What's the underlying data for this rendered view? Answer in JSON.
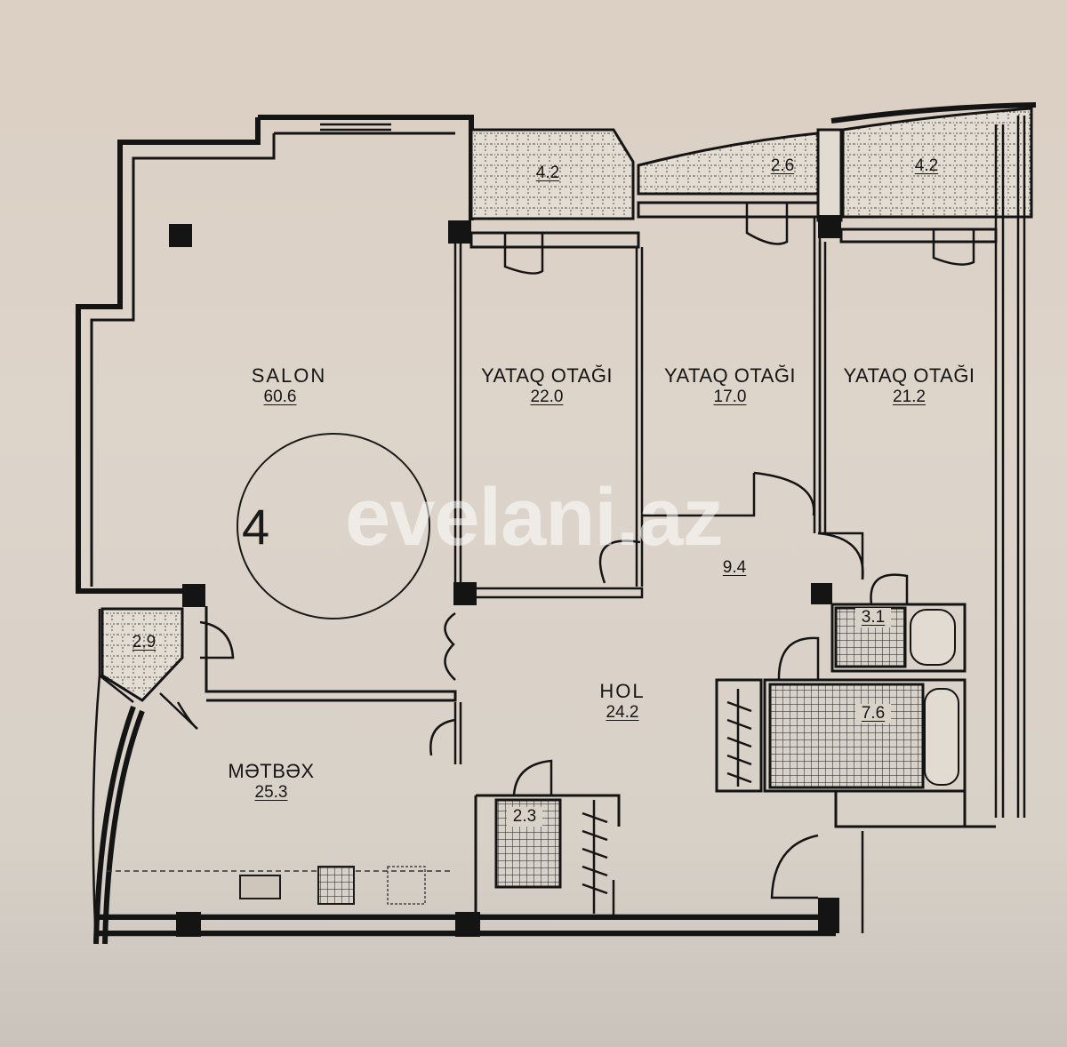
{
  "plan": {
    "unit_number": "4",
    "watermark": "evelani.az",
    "rooms": {
      "salon": {
        "name": "SALON",
        "area": "60.6"
      },
      "bedroom1": {
        "name": "YATAQ OTAĞI",
        "area": "22.0"
      },
      "bedroom2": {
        "name": "YATAQ OTAĞI",
        "area": "17.0"
      },
      "bedroom3": {
        "name": "YATAQ OTAĞI",
        "area": "21.2"
      },
      "balcony1": {
        "area": "4.2"
      },
      "balcony2": {
        "area": "2.6"
      },
      "balcony3": {
        "area": "4.2"
      },
      "corridor": {
        "area": "9.4"
      },
      "hall": {
        "name": "HOL",
        "area": "24.2"
      },
      "kitchen": {
        "name": "MƏTBƏX",
        "area": "25.3"
      },
      "loggia": {
        "area": "2.9"
      },
      "wc_small": {
        "area": "2.3"
      },
      "bathroom_small": {
        "area": "3.1"
      },
      "bathroom_large": {
        "area": "7.6"
      }
    }
  },
  "colors": {
    "paper": "#ddd3c8",
    "ink": "#141414",
    "watermark": "#ffffff"
  }
}
